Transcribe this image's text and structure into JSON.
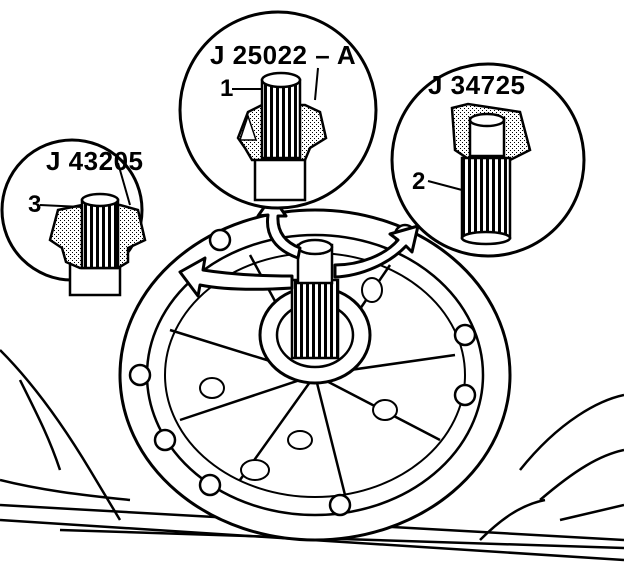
{
  "labels": {
    "tool_center": "J 25022 – A",
    "tool_right": "J 34725",
    "tool_left": "J 43205",
    "callout_1": "1",
    "callout_2": "2",
    "callout_3": "3"
  },
  "colors": {
    "ink": "#000000",
    "paper": "#ffffff",
    "hatch": "#808080"
  }
}
